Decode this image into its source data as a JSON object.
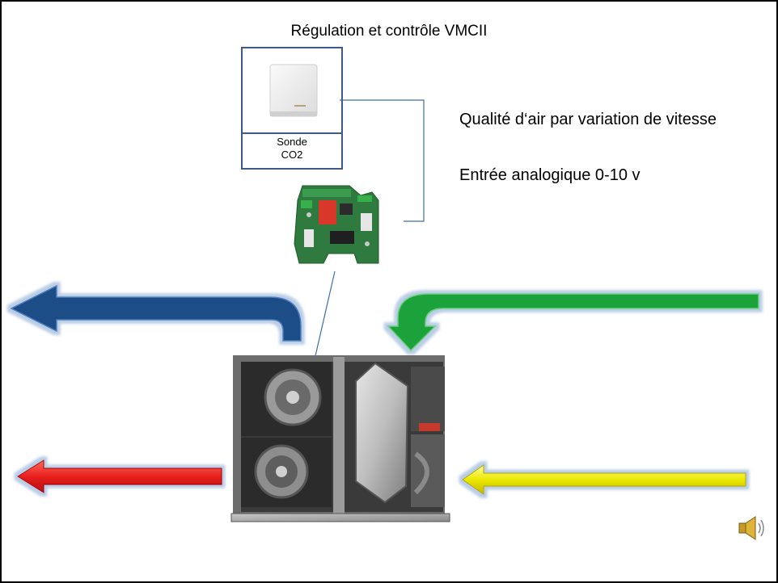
{
  "title": "Régulation et contrôle VMCII",
  "sensor": {
    "line1": "Sonde",
    "line2": "CO2"
  },
  "labels": {
    "air_quality": "Qualité d‘air par variation de vitesse",
    "analog_input": "Entrée analogique 0-10 v"
  },
  "icons": {
    "sound": "speaker-icon"
  },
  "colors": {
    "blue_arrow": "#1f4d87",
    "green_arrow": "#1aa23a",
    "red_arrow": "#e8201d",
    "yellow_arrow": "#e9e800",
    "wire": "#3d6ea8"
  }
}
